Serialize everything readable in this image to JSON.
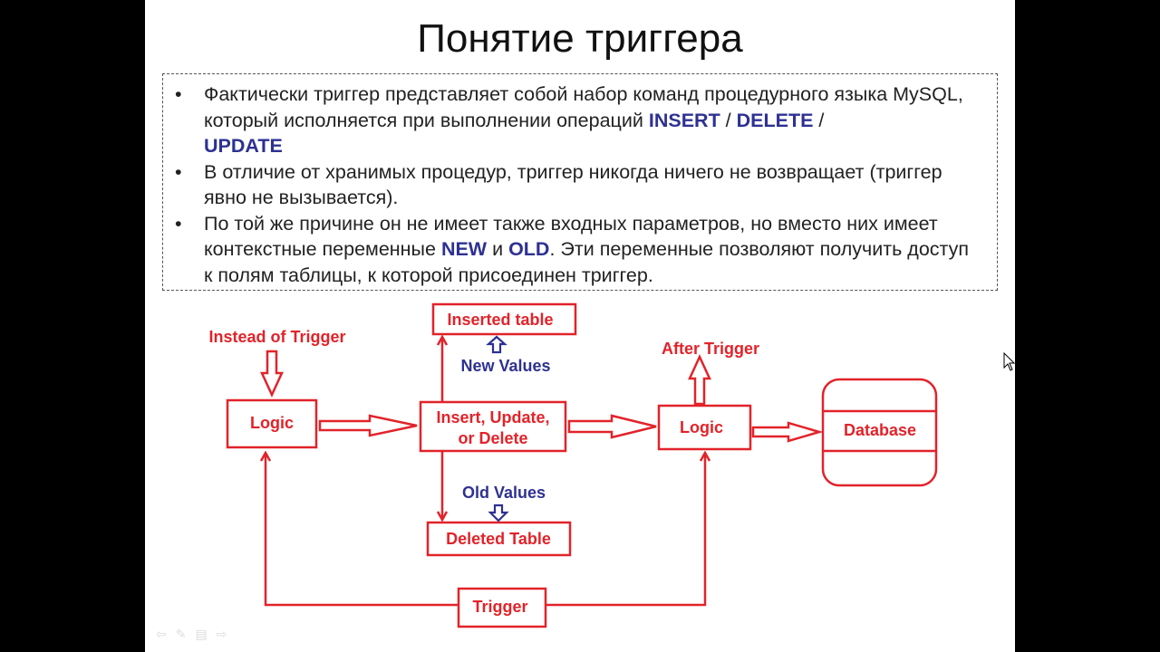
{
  "slide": {
    "title": "Понятие триггера",
    "bullets": [
      {
        "parts": [
          {
            "text": "Фактически триггер представляет собой набор команд процедурного языка MySQL, который исполняется при выполнении операций ",
            "kw": false
          },
          {
            "text": "INSERT",
            "kw": true
          },
          {
            "text": " / ",
            "kw": false
          },
          {
            "text": "DELETE",
            "kw": true
          },
          {
            "text": " / ",
            "kw": false
          },
          {
            "text": "UPDATE",
            "kw": true
          }
        ]
      },
      {
        "parts": [
          {
            "text": "В отличие от хранимых процедур, триггер никогда ничего не возвращает (триггер явно не вызывается).",
            "kw": false
          }
        ]
      },
      {
        "parts": [
          {
            "text": "По той же причине он не имеет также входных параметров, но вместо них имеет контекстные переменные ",
            "kw": false
          },
          {
            "text": "NEW",
            "kw": true
          },
          {
            "text": " и ",
            "kw": false
          },
          {
            "text": "OLD",
            "kw": true
          },
          {
            "text": ". Эти переменные позволяют получить доступ к полям таблицы, к которой присоединен триггер.",
            "kw": false
          }
        ]
      }
    ],
    "bullet_symbol": "•"
  },
  "diagram": {
    "nodes": {
      "logic_left": "Logic",
      "iud_line1": "Insert, Update,",
      "iud_line2": "or Delete",
      "logic_right": "Logic",
      "database": "Database",
      "inserted_table": "Inserted table",
      "deleted_table": "Deleted Table",
      "trigger": "Trigger"
    },
    "labels": {
      "instead_of": "Instead of Trigger",
      "after": "After Trigger",
      "new_values": "New Values",
      "old_values": "Old Values"
    },
    "colors": {
      "red": "#e2232a",
      "blue": "#2e3192"
    }
  }
}
